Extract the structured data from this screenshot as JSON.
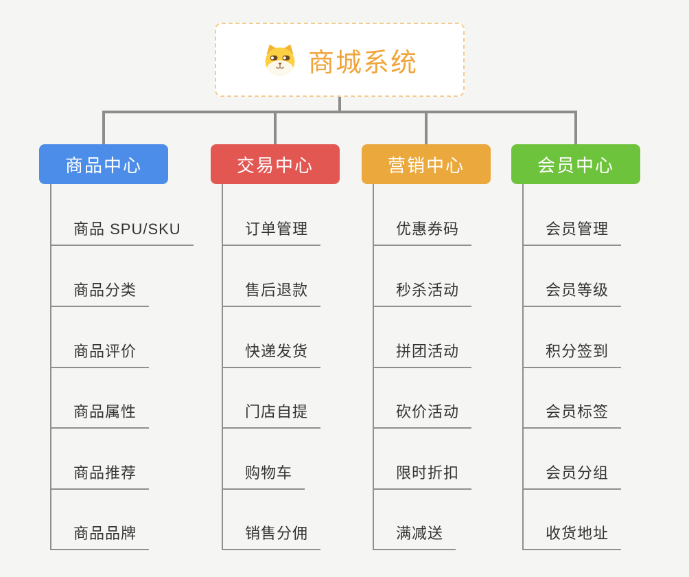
{
  "page": {
    "background_color": "#f5f5f3",
    "connector_color": "#8c8c8c",
    "leaf_text_color": "#333333"
  },
  "root": {
    "title": "商城系统",
    "icon": "shiba-dog-icon",
    "title_color": "#f0a53c",
    "border_color": "#f3cd8f"
  },
  "branches": [
    {
      "label": "商品中心",
      "color": "#4b8de8",
      "items": [
        "商品 SPU/SKU",
        "商品分类",
        "商品评价",
        "商品属性",
        "商品推荐",
        "商品品牌"
      ]
    },
    {
      "label": "交易中心",
      "color": "#e25752",
      "items": [
        "订单管理",
        "售后退款",
        "快递发货",
        "门店自提",
        "购物车",
        "销售分佣"
      ]
    },
    {
      "label": "营销中心",
      "color": "#eba83c",
      "items": [
        "优惠券码",
        "秒杀活动",
        "拼团活动",
        "砍价活动",
        "限时折扣",
        "满减送"
      ]
    },
    {
      "label": "会员中心",
      "color": "#6ec33c",
      "items": [
        "会员管理",
        "会员等级",
        "积分签到",
        "会员标签",
        "会员分组",
        "收货地址"
      ]
    }
  ]
}
